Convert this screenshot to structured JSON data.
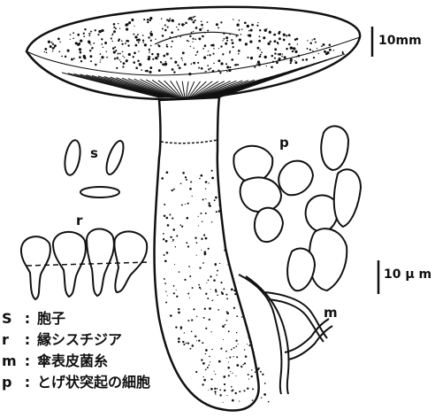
{
  "labels": {
    "s": "s",
    "r": "r",
    "p": "p",
    "m": "m"
  },
  "scales": {
    "top": "10mm",
    "right": "10 μ m"
  },
  "legend": [
    {
      "key": "S",
      "sep": ":",
      "text": "胞子"
    },
    {
      "key": "r",
      "sep": ":",
      "text": "縁シスチジア"
    },
    {
      "key": "m",
      "sep": ":",
      "text": "傘表皮菌糸"
    },
    {
      "key": "p",
      "sep": ":",
      "text": "とげ状突起の細胞"
    }
  ]
}
